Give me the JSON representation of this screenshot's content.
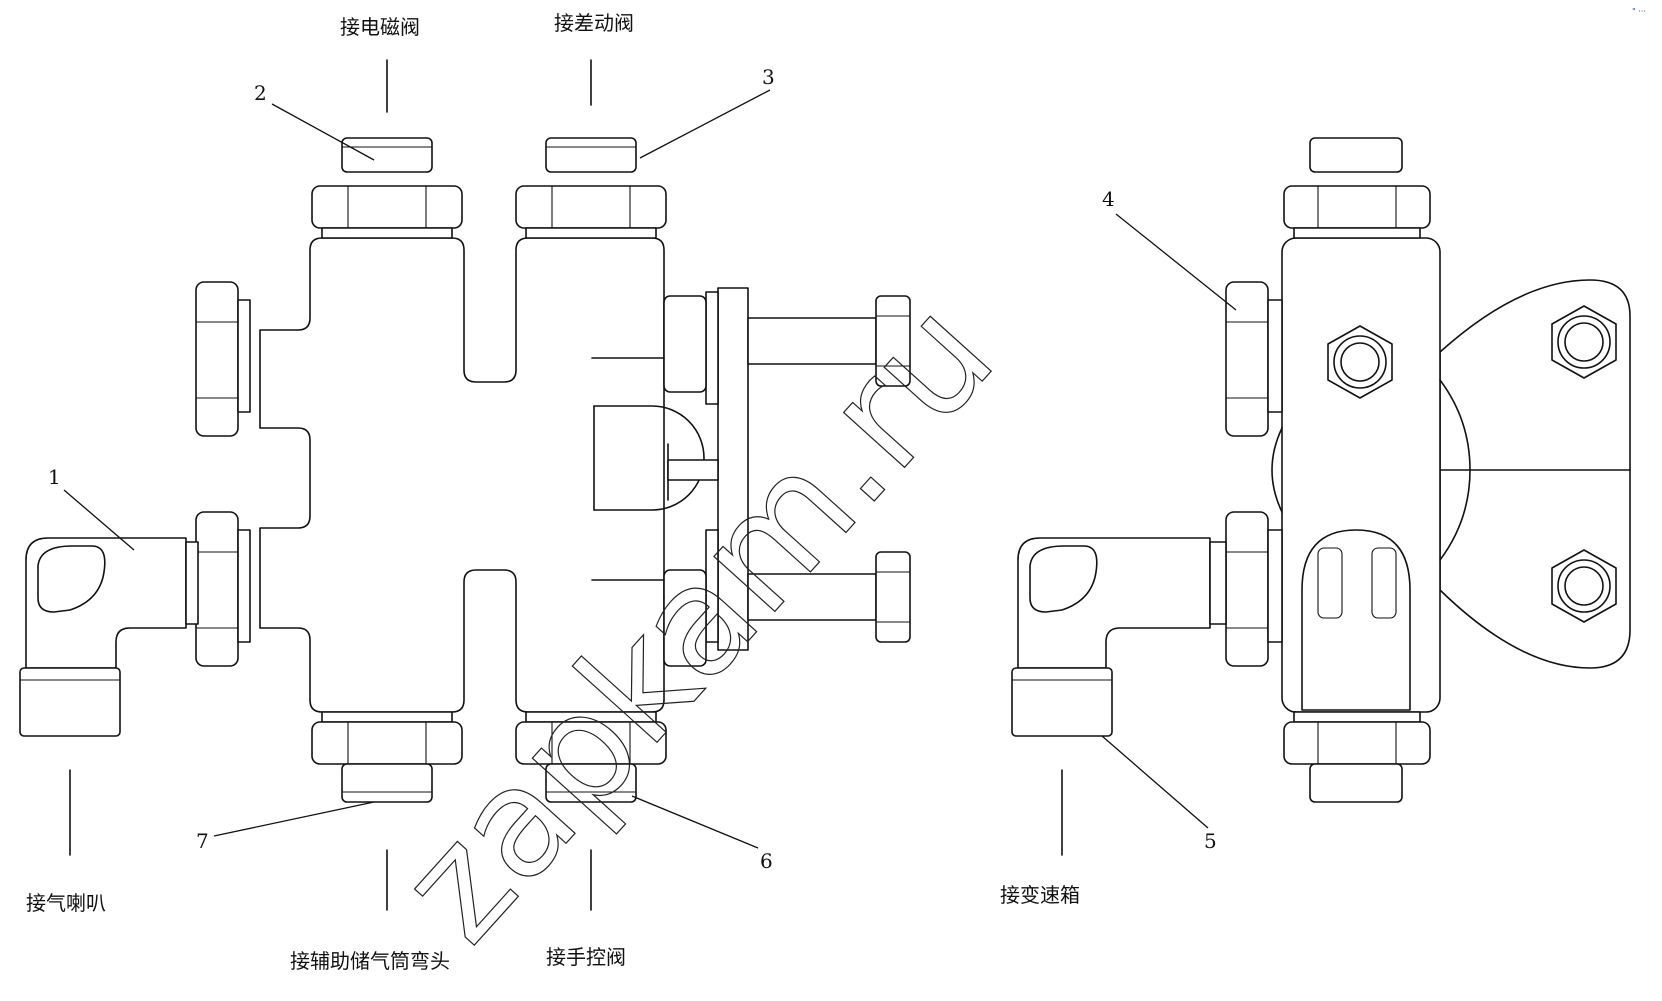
{
  "diagram": {
    "callouts": [
      "1",
      "2",
      "3",
      "4",
      "5",
      "6",
      "7"
    ],
    "ports": {
      "top_left": "接电磁阀",
      "top_right": "接差动阀",
      "bottom_left_horn": "接气喇叭",
      "bottom_aux": "接辅助储气筒弯头",
      "bottom_hand": "接手控阀",
      "bottom_right_box": "接变速箱"
    },
    "watermark": "zapkam.ru",
    "corner_mark": "\" ···"
  }
}
